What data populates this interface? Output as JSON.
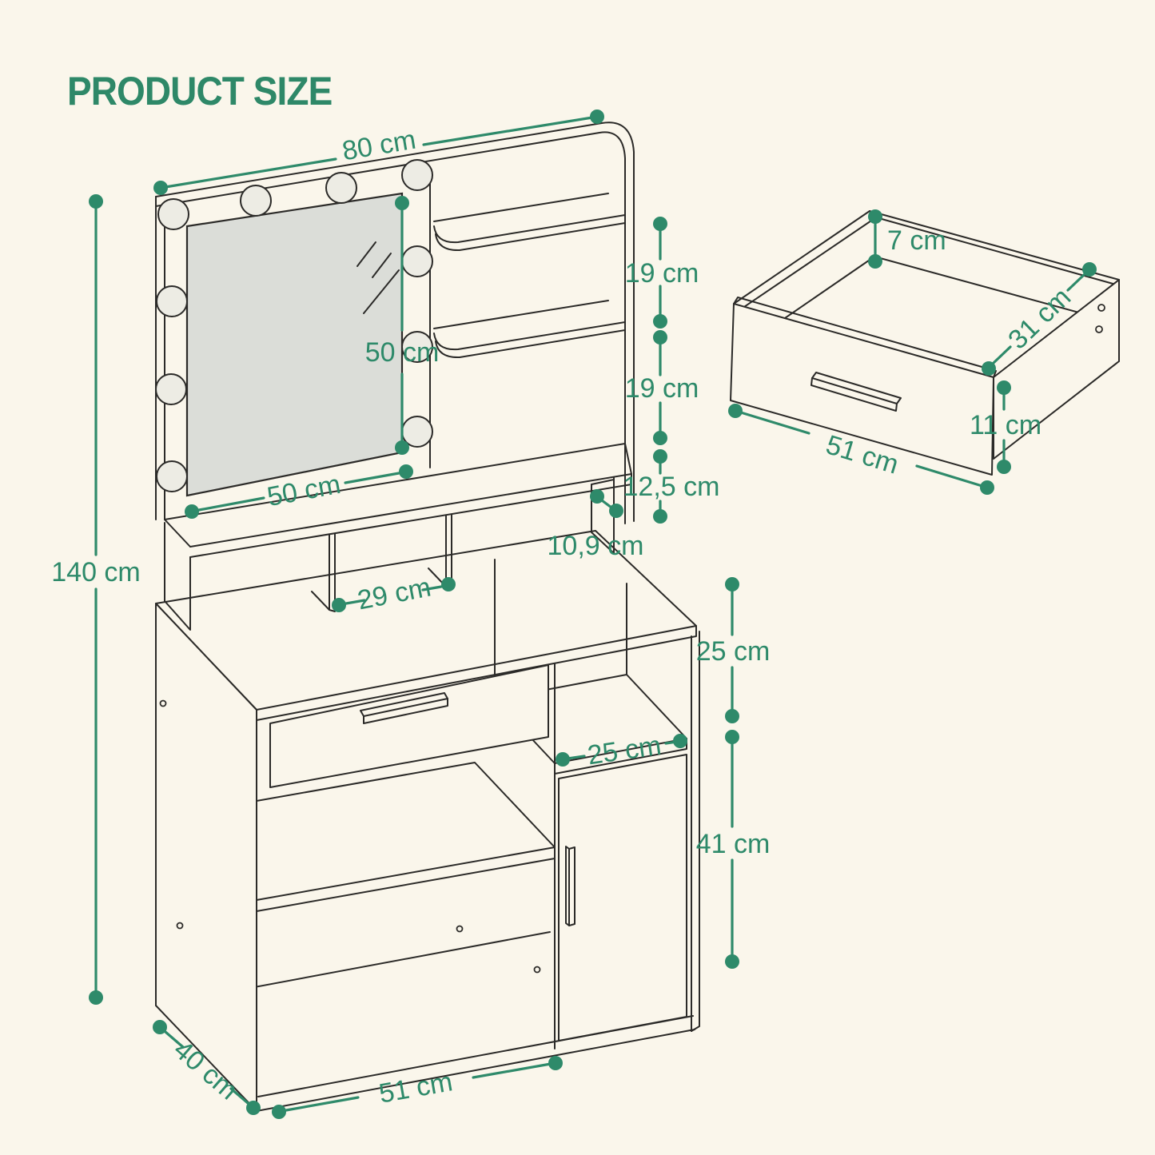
{
  "title": "PRODUCT SIZE",
  "colors": {
    "accent": "#2E8A6A",
    "background": "#FAF6EB",
    "line": "#2B2A28",
    "mirror_glass": "#DBDDD8"
  },
  "main_unit": {
    "dims": {
      "top_width": "80 cm",
      "mirror_height": "50 cm",
      "mirror_width": "50 cm",
      "shelf_gap_top": "19 cm",
      "shelf_gap_mid": "19 cm",
      "shelf_gap_bottom": "12,5 cm",
      "shelf_depth": "10,9 cm",
      "cubby_width": "29 cm",
      "total_height": "140 cm",
      "niche_height": "25 cm",
      "niche_width": "25 cm",
      "door_height": "41 cm",
      "base_width": "51 cm",
      "base_depth": "40 cm"
    }
  },
  "drawer_detail": {
    "dims": {
      "inner_height": "7 cm",
      "depth": "31 cm",
      "width": "51 cm",
      "front_height": "11 cm"
    }
  }
}
